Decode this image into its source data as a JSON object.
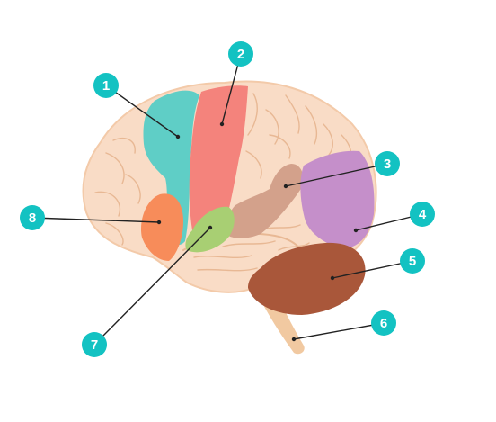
{
  "colors": {
    "brain": "#f9dcc6",
    "brain_outline": "#f3caa9",
    "folds": "#e8b894",
    "motor_cortex": "#5fcec6",
    "sensory_cortex": "#f4837c",
    "wernicke_area": "#d3a18b",
    "occipital_lobe": "#c58fca",
    "cerebellum": "#a9573a",
    "brainstem": "#f1c9a1",
    "auditory_cortex": "#a8cf73",
    "broca_area": "#f78c5a",
    "callout": "#13c2c2",
    "leader_line": "#222222"
  },
  "callouts": [
    {
      "number": "1",
      "target": "motor-cortex"
    },
    {
      "number": "2",
      "target": "sensory-cortex"
    },
    {
      "number": "3",
      "target": "wernicke-area"
    },
    {
      "number": "4",
      "target": "occipital-lobe"
    },
    {
      "number": "5",
      "target": "cerebellum"
    },
    {
      "number": "6",
      "target": "brainstem"
    },
    {
      "number": "7",
      "target": "auditory-cortex"
    },
    {
      "number": "8",
      "target": "broca-area"
    }
  ]
}
